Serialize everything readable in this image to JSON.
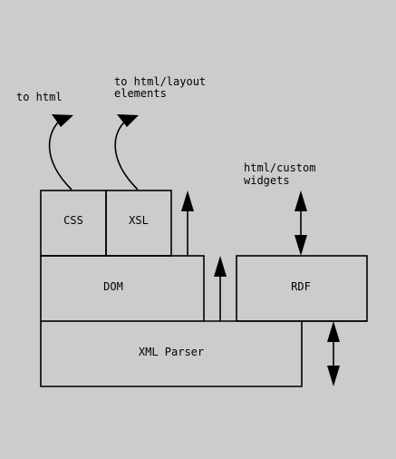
{
  "colors": {
    "background": "#cccccc",
    "ink": "#000000"
  },
  "annotations": {
    "to_html": "to html",
    "to_layout_line1": "to html/layout",
    "to_layout_line2": "elements",
    "custom_line1": "html/custom",
    "custom_line2": "widgets"
  },
  "boxes": {
    "css": "CSS",
    "xsl": "XSL",
    "dom": "DOM",
    "rdf": "RDF",
    "xml_parser": "XML Parser"
  }
}
